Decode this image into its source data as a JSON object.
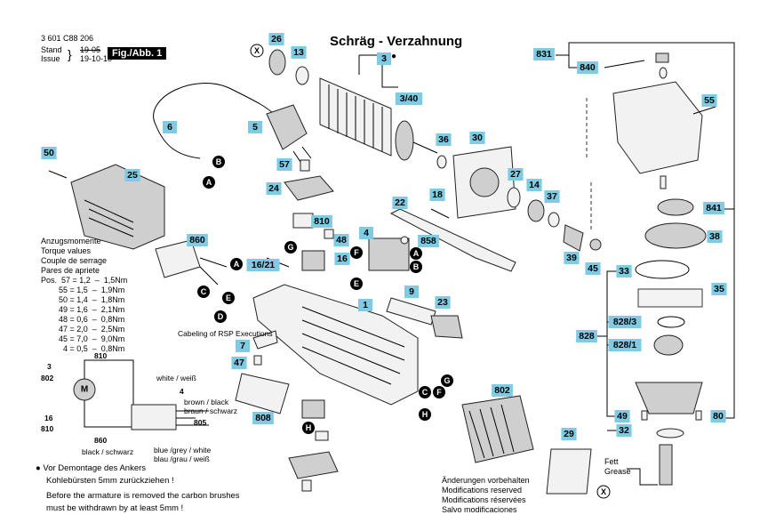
{
  "header": {
    "part_number": "3 601 C88 206",
    "stand_label": "Stand",
    "issue_label": "Issue",
    "stand_date": "19-05",
    "issue_date": "19-10-10",
    "fig_label": "Fig./Abb. 1"
  },
  "title": "Schräg - Verzahnung",
  "torque": {
    "lines": [
      "Anzugsmomente",
      "Torque values",
      "Couple de serrage",
      "Pares de apriete"
    ],
    "rows": [
      "Pos.  57 = 1,2  –  1,5Nm",
      "        55 = 1,5  –  1,9Nm",
      "        50 = 1,4  –  1,8Nm",
      "        49 = 1,6  –  2,1Nm",
      "        48 = 0,6  –  0,8Nm",
      "        47 = 2,0  –  2,5Nm",
      "        45 = 7,0  –  9,0Nm",
      "          4 = 0,5  –  0,8Nm"
    ]
  },
  "wiring": {
    "cabeling": "Cabeling of RSP Executions",
    "white": "white / weiß",
    "brown": "brown / black",
    "braun": "braun / schwarz",
    "black": "black / schwarz",
    "blue": "blue /grey / white",
    "blau": "blau /grau / weiß",
    "refs": [
      "810",
      "3",
      "802",
      "M",
      "16",
      "810",
      "4",
      "805",
      "860"
    ]
  },
  "notes": {
    "de_1": "Vor Demontage des Ankers",
    "de_2": "Kohlebürsten 5mm zurückziehen !",
    "en_1": "Before the armature is removed the carbon brushes",
    "en_2": "must be withdrawn by at least 5mm !"
  },
  "modifications": [
    "Änderungen vorbehalten",
    "Modifications reserved",
    "Modifications réservées",
    "Salvo modificaciones"
  ],
  "grease": {
    "de": "Fett",
    "en": "Grease"
  },
  "parts": [
    "26",
    "13",
    "3",
    "3/40",
    "5",
    "6",
    "36",
    "30",
    "27",
    "14",
    "37",
    "39",
    "45",
    "57",
    "24",
    "22",
    "18",
    "810",
    "48",
    "4",
    "858",
    "860",
    "16/21",
    "16",
    "9",
    "23",
    "1",
    "50",
    "25",
    "7",
    "47",
    "808",
    "802",
    "29",
    "831",
    "840",
    "55",
    "841",
    "38",
    "33",
    "35",
    "828",
    "828/3",
    "828/1",
    "49",
    "80",
    "32"
  ],
  "markers": [
    "X",
    "A",
    "B",
    "C",
    "D",
    "E",
    "F",
    "G",
    "H"
  ],
  "colors": {
    "label_fill": "#7ecbe3",
    "marker_fill": "#000000"
  }
}
